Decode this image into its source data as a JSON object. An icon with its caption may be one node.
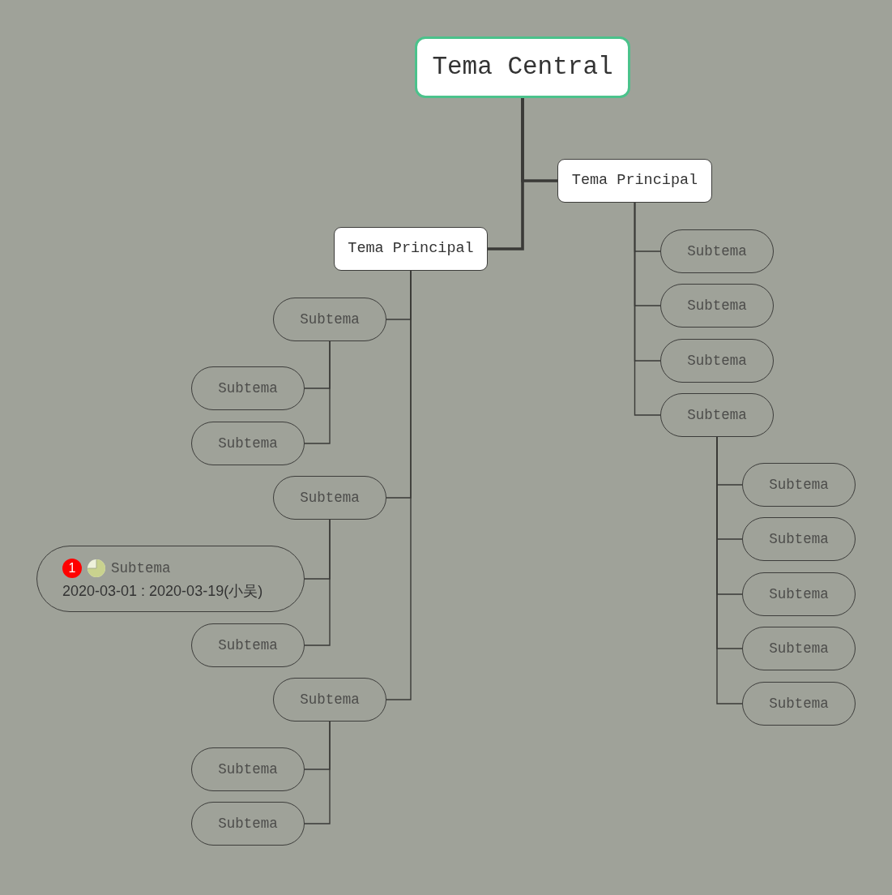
{
  "diagram": {
    "nodes": [
      {
        "text": [
          "Tema Central"
        ]
      },
      {
        "text": [
          "Tema Principal"
        ]
      },
      {
        "text": [
          "Tema Principal"
        ]
      },
      {
        "text": [
          "Subtema"
        ]
      },
      {
        "text": [
          "Subtema"
        ]
      },
      {
        "text": [
          "Subtema"
        ]
      },
      {
        "text": [
          "Subtema"
        ]
      },
      {
        "text": [
          "Subtema"
        ]
      },
      {
        "text": [
          "Subtema"
        ]
      },
      {
        "text": [
          "Subtema"
        ]
      },
      {
        "text": [
          "Subtema"
        ]
      },
      {
        "text": [
          "Subtema"
        ]
      },
      {
        "text": [
          "Subtema"
        ]
      },
      {
        "text": [
          "Subtema"
        ]
      },
      {
        "text": [
          "Subtema"
        ]
      },
      {
        "text": [
          "Subtema"
        ]
      },
      {
        "text": [
          "1",
          "Subtema",
          "2020-03-01 : 2020-03-19(小吴)"
        ]
      },
      {
        "text": [
          "Subtema"
        ]
      },
      {
        "text": [
          "Subtema"
        ]
      },
      {
        "text": [
          "Subtema"
        ]
      },
      {
        "text": [
          "Subtema"
        ]
      }
    ],
    "edges": [
      {
        "from": 0,
        "to": 1,
        "arrow": "none",
        "style": "thick"
      },
      {
        "from": 0,
        "to": 2,
        "arrow": "none",
        "style": "thick"
      },
      {
        "from": 1,
        "to": 3,
        "arrow": "none"
      },
      {
        "from": 1,
        "to": 4,
        "arrow": "none"
      },
      {
        "from": 1,
        "to": 5,
        "arrow": "none"
      },
      {
        "from": 1,
        "to": 6,
        "arrow": "none"
      },
      {
        "from": 6,
        "to": 7,
        "arrow": "none"
      },
      {
        "from": 6,
        "to": 8,
        "arrow": "none"
      },
      {
        "from": 6,
        "to": 9,
        "arrow": "none"
      },
      {
        "from": 6,
        "to": 10,
        "arrow": "none"
      },
      {
        "from": 6,
        "to": 11,
        "arrow": "none"
      },
      {
        "from": 2,
        "to": 12,
        "arrow": "none"
      },
      {
        "from": 12,
        "to": 13,
        "arrow": "none"
      },
      {
        "from": 12,
        "to": 14,
        "arrow": "none"
      },
      {
        "from": 2,
        "to": 15,
        "arrow": "none"
      },
      {
        "from": 15,
        "to": 16,
        "arrow": "none"
      },
      {
        "from": 15,
        "to": 17,
        "arrow": "none"
      },
      {
        "from": 2,
        "to": 18,
        "arrow": "none"
      },
      {
        "from": 18,
        "to": 19,
        "arrow": "none"
      },
      {
        "from": 18,
        "to": 20,
        "arrow": "none"
      }
    ]
  }
}
